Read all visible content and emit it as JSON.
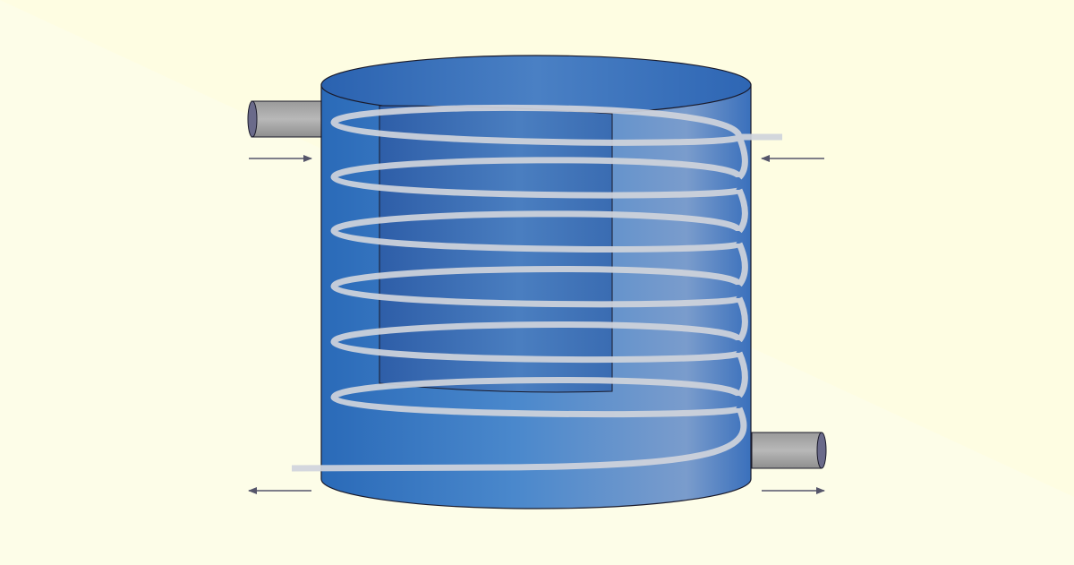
{
  "diagram": {
    "type": "coil-in-tank heat exchanger",
    "coil_turns": 6,
    "flow_arrows": [
      {
        "id": "left-top",
        "direction": "right"
      },
      {
        "id": "right-top",
        "direction": "left"
      },
      {
        "id": "left-bottom",
        "direction": "left"
      },
      {
        "id": "right-bottom",
        "direction": "right"
      }
    ],
    "colors": {
      "background": "#fdfde8",
      "background_shade": "#fefde2",
      "tank_dark": "#2a6ab8",
      "tank_mid": "#4a88cc",
      "tank_light": "#7a9ccc",
      "tank_inner": "#3a6cb2",
      "coil": "#d0d4dc",
      "pipe": "#a9a9a9",
      "pipe_end": "#6a6a8a",
      "arrow": "#55556a",
      "outline": "#1a1a2a"
    }
  }
}
